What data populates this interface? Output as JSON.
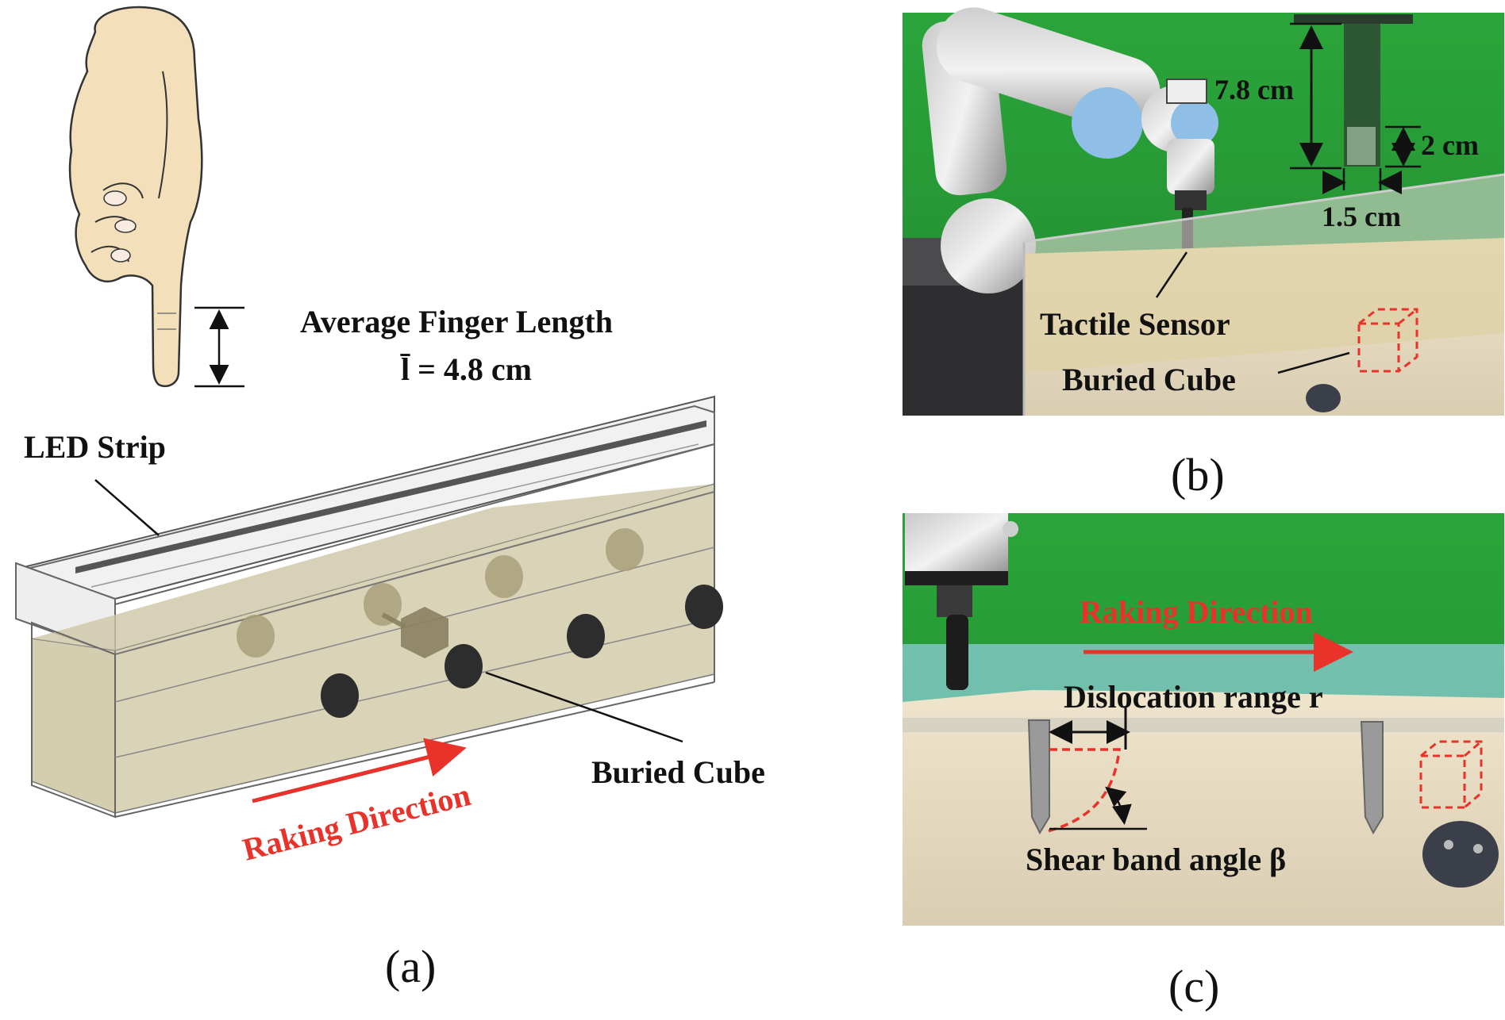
{
  "panel_a": {
    "finger_label_line1": "Average Finger Length",
    "finger_label_line2": "l̄ = 4.8 cm",
    "led_label": "LED Strip",
    "cube_label": "Buried Cube",
    "raking_label": "Raking Direction",
    "caption": "(a)"
  },
  "panel_b": {
    "height_label": "7.8 cm",
    "tip_label": "2 cm",
    "width_label": "1.5 cm",
    "sensor_label": "Tactile Sensor",
    "cube_label": "Buried Cube",
    "caption": "(b)"
  },
  "panel_c": {
    "raking_label": "Raking Direction",
    "dislocation_label": "Dislocation range r",
    "shear_label": "Shear band angle β",
    "caption": "(c)"
  },
  "colors": {
    "accent_red": "#e8322a",
    "green_screen": "#2f9a3e",
    "sand": "#e6dcc4",
    "box_fill": "#d8d2b8"
  }
}
